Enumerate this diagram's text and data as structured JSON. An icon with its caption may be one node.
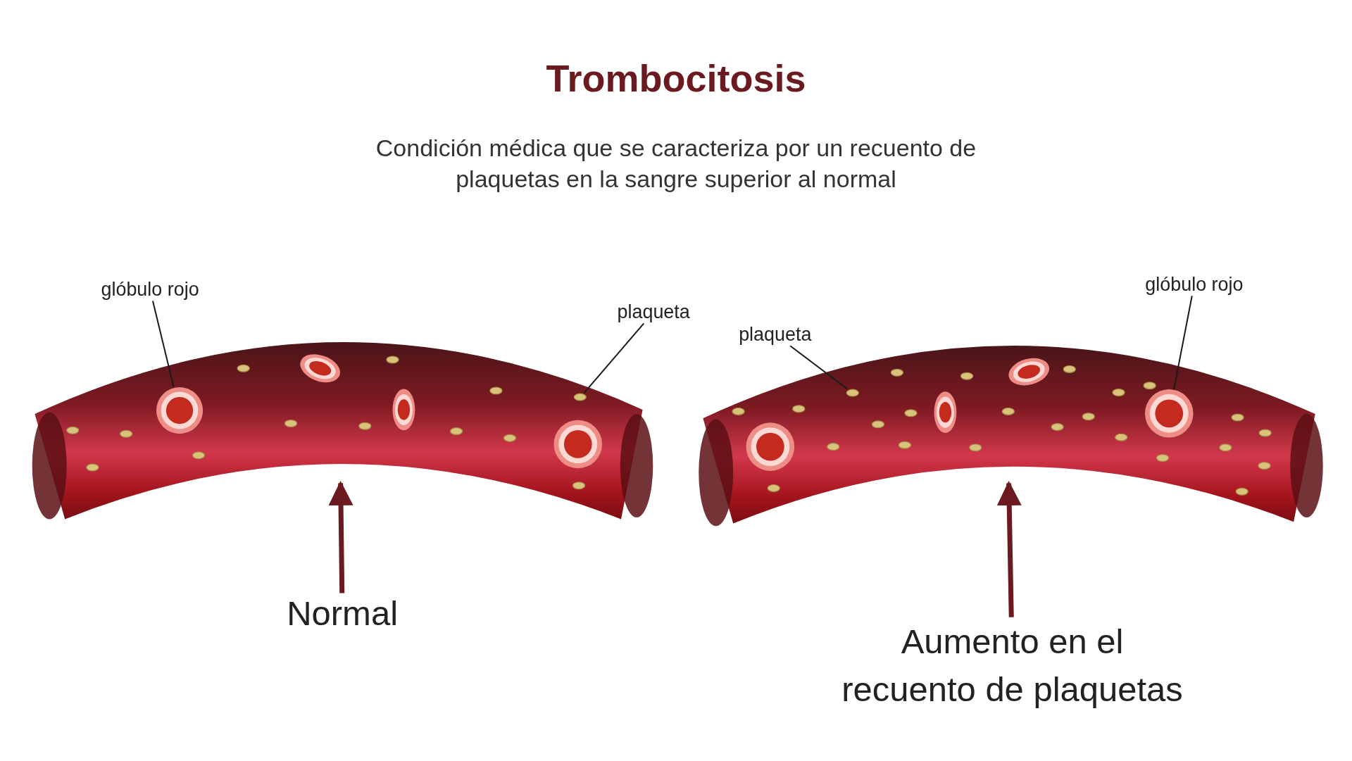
{
  "diagram": {
    "title": "Trombocitosis",
    "nodes": [
      {
        "text": [],
        "shape": "picture"
      },
      {
        "text": [],
        "shape": "circle",
        "in": 0
      },
      {
        "text": [],
        "shape": "circle",
        "in": 0
      },
      {
        "text": [
          "glóbulo rojo"
        ]
      },
      {
        "text": [
          "plaqueta"
        ]
      },
      {
        "text": [
          "Normal"
        ]
      },
      {
        "text": [],
        "shape": "picture"
      },
      {
        "text": [],
        "shape": "circle",
        "in": 6
      },
      {
        "text": [],
        "shape": "circle",
        "in": 6
      },
      {
        "text": [
          "plaqueta"
        ]
      },
      {
        "text": [
          "glóbulo rojo"
        ]
      },
      {
        "text": [
          "Aumento en el recuento de plaquetas"
        ]
      }
    ],
    "edges": [
      {
        "from": 3,
        "to": 1,
        "arrow": "none"
      },
      {
        "from": 4,
        "to": 2,
        "arrow": "none"
      },
      {
        "from": 5,
        "to": 0,
        "arrow": "to",
        "style": "thick",
        "color": "#6b1a1f"
      },
      {
        "from": 9,
        "to": 7,
        "arrow": "none"
      },
      {
        "from": 10,
        "to": 8,
        "arrow": "none"
      },
      {
        "from": 11,
        "to": 6,
        "arrow": "to",
        "style": "thick",
        "color": "#6b1a1f"
      }
    ],
    "labels": [
      "Condición médica que se caracteriza por un recuento de plaquetas en la sangre superior al normal"
    ]
  }
}
